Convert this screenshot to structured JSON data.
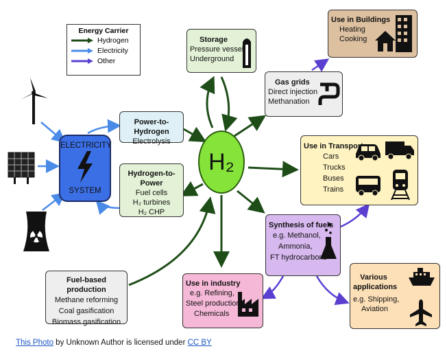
{
  "legend": {
    "title": "Energy Carrier",
    "items": [
      {
        "label": "Hydrogen",
        "color": "#1e4d18"
      },
      {
        "label": "Electricity",
        "color": "#4a8be8"
      },
      {
        "label": "Other",
        "color": "#5b3fd1"
      }
    ]
  },
  "electricity": {
    "line1": "ELECTRICITY",
    "line2": "SYSTEM",
    "color": "#3b6fe6"
  },
  "h2": {
    "label": "H₂",
    "color": "#86e33a"
  },
  "boxes": {
    "power_to_hydrogen": {
      "title": "Power-to-Hydrogen",
      "lines": [
        "Electrolysis"
      ]
    },
    "hydrogen_to_power": {
      "title": "Hydrogen-to-Power",
      "lines": [
        "Fuel cells",
        "H₂ turbines",
        "H₂ CHP"
      ]
    },
    "storage": {
      "title": "Storage",
      "lines": [
        "Pressure vessels",
        "Underground"
      ]
    },
    "gas_grids": {
      "title": "Gas grids",
      "lines": [
        "Direct injection",
        "Methanation"
      ]
    },
    "buildings": {
      "title": "Use in Buildings",
      "lines": [
        "Heating",
        "Cooking"
      ]
    },
    "transport": {
      "title": "Use in Transport",
      "lines": [
        "Cars",
        "Trucks",
        "Buses",
        "Trains"
      ]
    },
    "synthesis": {
      "title": "Synthesis of fuels",
      "lines": [
        "e.g. Methanol,",
        "Ammonia,",
        "FT hydrocarbons"
      ]
    },
    "industry": {
      "title": "Use in industry",
      "lines": [
        "e.g. Refining,",
        "Steel production,",
        "Chemicals"
      ]
    },
    "various": {
      "title": "Various applications",
      "lines": [
        "e.g. Shipping,",
        "Aviation"
      ]
    },
    "fuel_based": {
      "title": "Fuel-based production",
      "lines": [
        "Methane reforming",
        "Coal gasification",
        "Biomass gasification"
      ]
    }
  },
  "colors": {
    "power_to_hydrogen": "#dff1f7",
    "hydrogen_to_power": "#e3f2d6",
    "storage": "#e3f2d6",
    "gas_grids": "#eeeeee",
    "buildings": "#dcc0a0",
    "transport": "#fff3c2",
    "synthesis": "#d7b8ef",
    "industry": "#f5b8d6",
    "various": "#fde0b8",
    "fuel_based": "#eeeeee"
  },
  "footer": {
    "link1": "This Photo",
    "middle": " by Unknown Author is licensed under ",
    "link2": "CC BY"
  }
}
